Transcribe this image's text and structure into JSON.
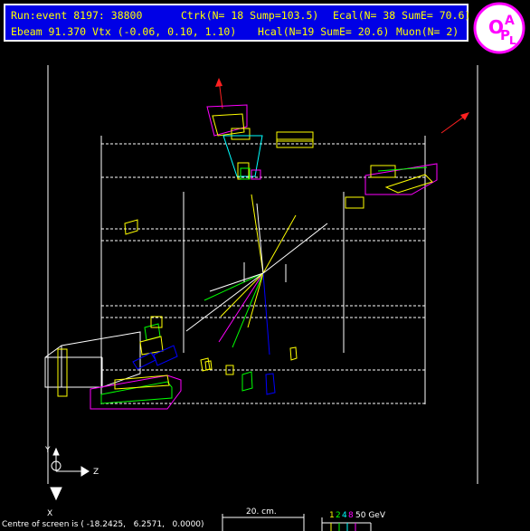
{
  "header": {
    "line1_run": "Run:event 8197: 38800",
    "line1_ctrk": "Ctrk(N= 18 Sump=103.5)",
    "line1_ecal": "Ecal(N= 38 SumE= 70.6)",
    "line2_ebeam": "Ebeam 91.370 Vtx (-0.06, 0.10, 1.10)",
    "line2_hcal": "Hcal(N=19 SumE= 20.6)",
    "line2_muon": "Muon(N= 2)"
  },
  "logo": {
    "text": "OPAL",
    "ring_color": "#ff00ff",
    "letter_color": "#ff00ff",
    "bg_color": "#ffffff"
  },
  "axes": {
    "y_label": "Y",
    "z_label": "Z",
    "x_label": "X"
  },
  "footer": {
    "centre": "Centre of screen is ( -18.2425,   6.2571,   0.0000)",
    "scale": "20. cm.",
    "energy_nums": [
      "1",
      "2",
      "4",
      "8",
      "50 GeV"
    ],
    "energy_colors": [
      "#ffff00",
      "#00ff00",
      "#00ffff",
      "#ff00ff",
      "#ffffff"
    ]
  },
  "colors": {
    "header_bg": "#0000e6",
    "header_text": "#ffff00",
    "frame": "#ffffff"
  }
}
